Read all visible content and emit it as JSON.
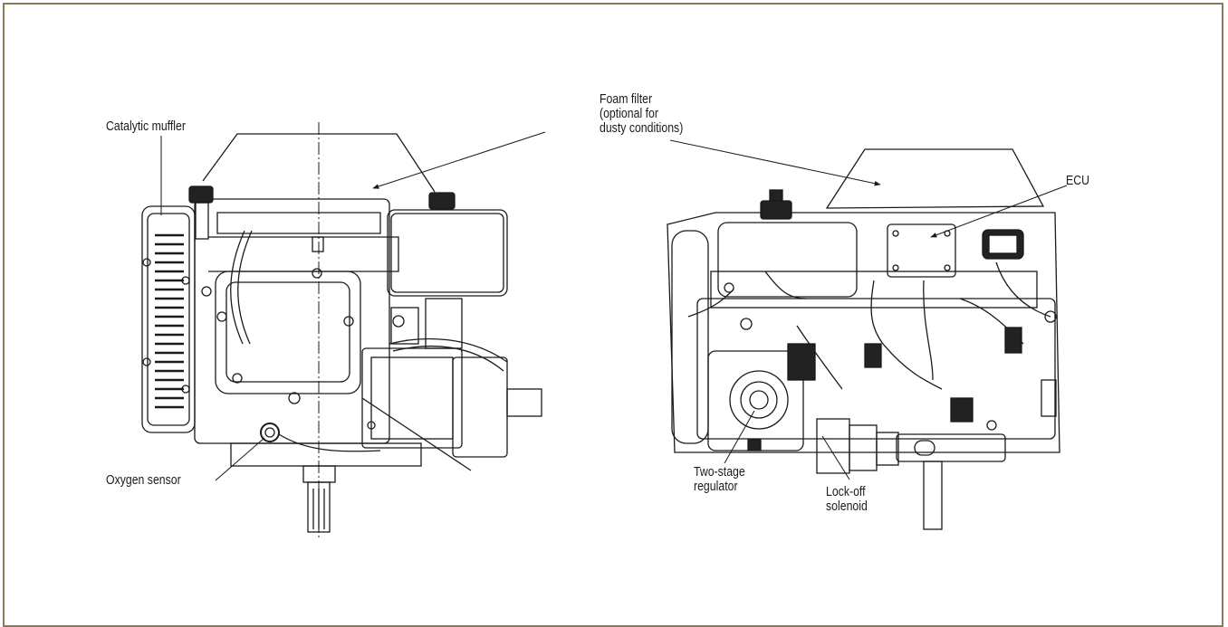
{
  "labels": {
    "catalytic_muffler": "Catalytic muffler",
    "foam_filter": "Foam filter\n(optional for\ndusty conditions)",
    "ecu": "ECU",
    "oxygen_sensor": "Oxygen sensor",
    "two_stage_regulator": "Two-stage\nregulator",
    "lock_off_solenoid": "Lock-off\nsolenoid"
  },
  "colors": {
    "frame": "#8b7a55",
    "line": "#1a1a1a",
    "dark": "#222222"
  }
}
